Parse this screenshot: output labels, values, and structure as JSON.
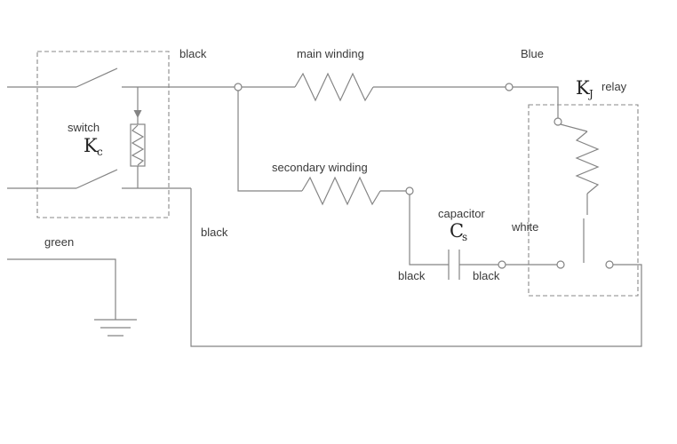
{
  "diagram": {
    "labels": {
      "black_top": "black",
      "main_winding": "main winding",
      "blue": "Blue",
      "relay_k": "K",
      "relay_k_sub": "J",
      "relay_word": "relay",
      "switch_word": "switch",
      "switch_k": "K",
      "switch_k_sub": "c",
      "black_return": "black",
      "secondary_winding": "secondary winding",
      "capacitor_word": "capacitor",
      "cap_c": "C",
      "cap_c_sub": "s",
      "black_cap_left": "black",
      "black_cap_right": "black",
      "white": "white",
      "green": "green"
    },
    "colors": {
      "wire": "#848484",
      "text": "#3a3a3a",
      "background": "#ffffff"
    }
  }
}
